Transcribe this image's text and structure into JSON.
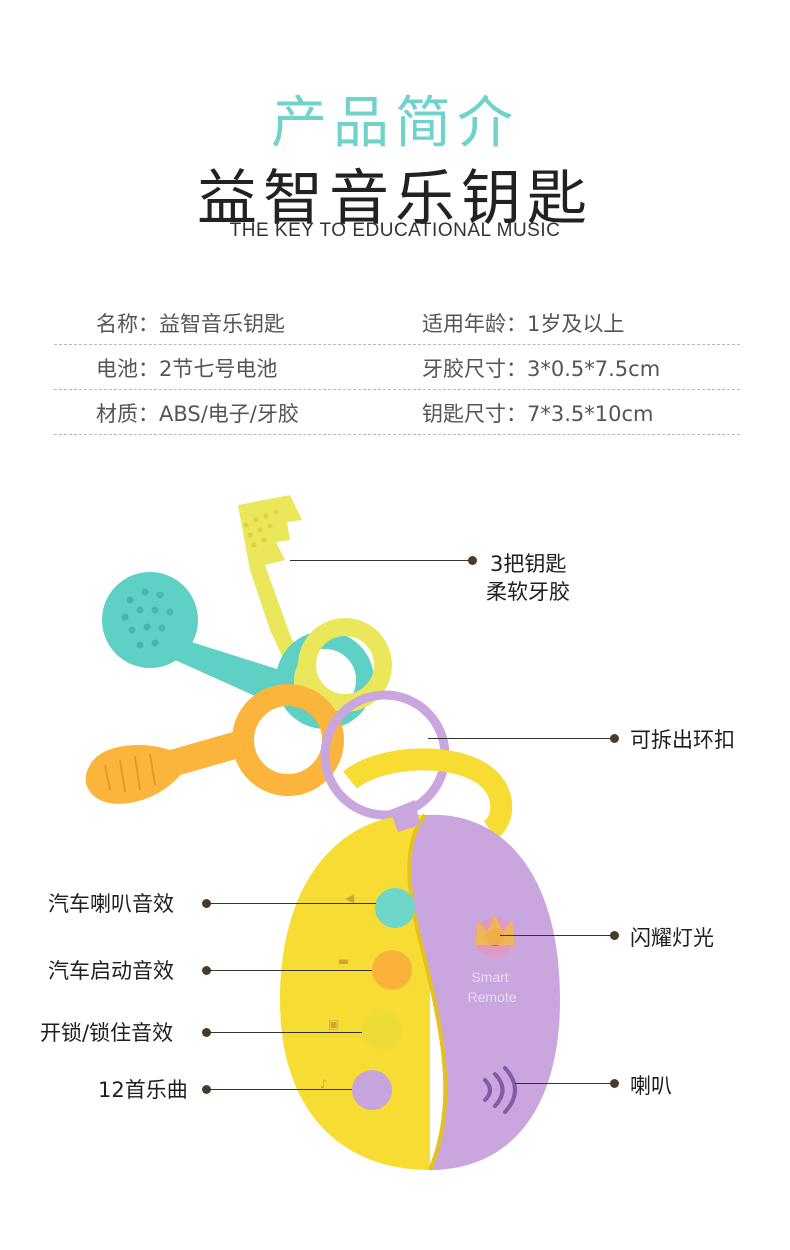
{
  "header": {
    "title_cn": "产品简介",
    "product_name": "益智音乐钥匙",
    "subtitle_en": "THE KEY TO EDUCATIONAL MUSIC"
  },
  "specs": [
    {
      "left": "名称：益智音乐钥匙",
      "right": "适用年龄：1岁及以上"
    },
    {
      "left": "电池：2节七号电池",
      "right": "牙胶尺寸：3*0.5*7.5cm"
    },
    {
      "left": "材质：ABS/电子/牙胶",
      "right": "钥匙尺寸：7*3.5*10cm"
    }
  ],
  "callouts": {
    "keys_line1": "3把钥匙",
    "keys_line2": "柔软牙胶",
    "ring": "可拆出环扣",
    "horn_sound": "汽车喇叭音效",
    "start_sound": "汽车启动音效",
    "lock_sound": "开锁/锁住音效",
    "songs": "12首乐曲",
    "light": "闪耀灯光",
    "speaker": "喇叭"
  },
  "device_text": {
    "line1": "Smart",
    "line2": "Remote"
  },
  "colors": {
    "title_accent": "#6fd3cc",
    "remote_yellow": "#f7dc33",
    "remote_purple": "#c9a6dd",
    "key_green": "#eae85a",
    "key_teal": "#5fd0c4",
    "key_orange": "#fbb43c",
    "button_teal": "#6ed7c8",
    "button_orange": "#fbb23a",
    "button_yellow": "#eddc35",
    "button_purple": "#c6a4dc"
  },
  "icons": [
    "horn-icon",
    "car-icon",
    "lock-icon",
    "music-note-icon",
    "crown-icon",
    "speaker-waves-icon"
  ]
}
